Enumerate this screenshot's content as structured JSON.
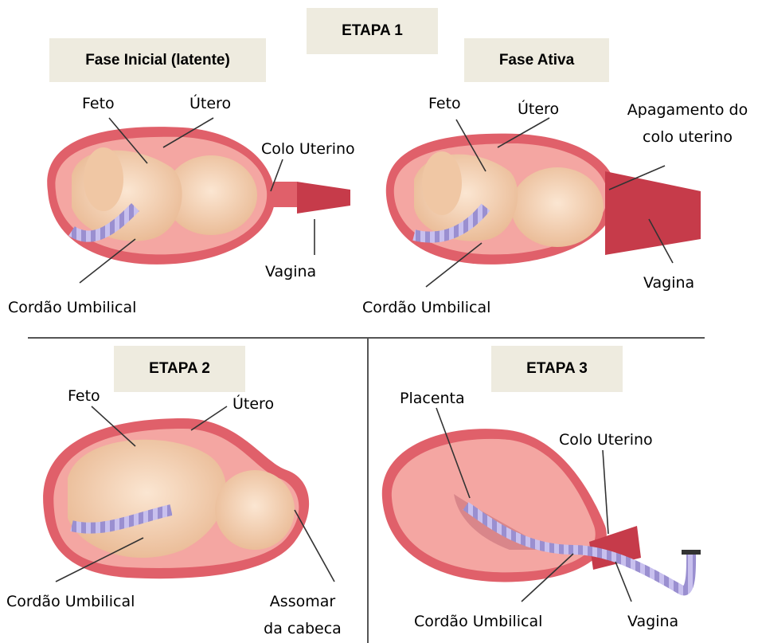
{
  "headers": {
    "etapa1": "ETAPA 1",
    "fase_inicial": "Fase Inicial (latente)",
    "fase_ativa": "Fase Ativa",
    "etapa2": "ETAPA 2",
    "etapa3": "ETAPA 3"
  },
  "panel1": {
    "feto": "Feto",
    "utero": "Útero",
    "colo": "Colo Uterino",
    "vagina": "Vagina",
    "cordao": "Cordão Umbilical"
  },
  "panel2": {
    "feto": "Feto",
    "utero": "Útero",
    "apagamento_1": "Apagamento do",
    "apagamento_2": "colo uterino",
    "vagina": "Vagina",
    "cordao": "Cordão Umbilical"
  },
  "panel3": {
    "feto": "Feto",
    "utero": "Útero",
    "cordao": "Cordão Umbilical",
    "assomar_1": "Assomar",
    "assomar_2": "da cabeca"
  },
  "panel4": {
    "placenta": "Placenta",
    "colo": "Colo Uterino",
    "cordao": "Cordão Umbilical",
    "vagina": "Vagina"
  },
  "colors": {
    "uterus_wall": "#e0606a",
    "uterus_inner": "#f4a6a2",
    "fetus": "#f5d5b8",
    "cord": "#8c7fc2",
    "header_bg": "#eeebdf"
  }
}
